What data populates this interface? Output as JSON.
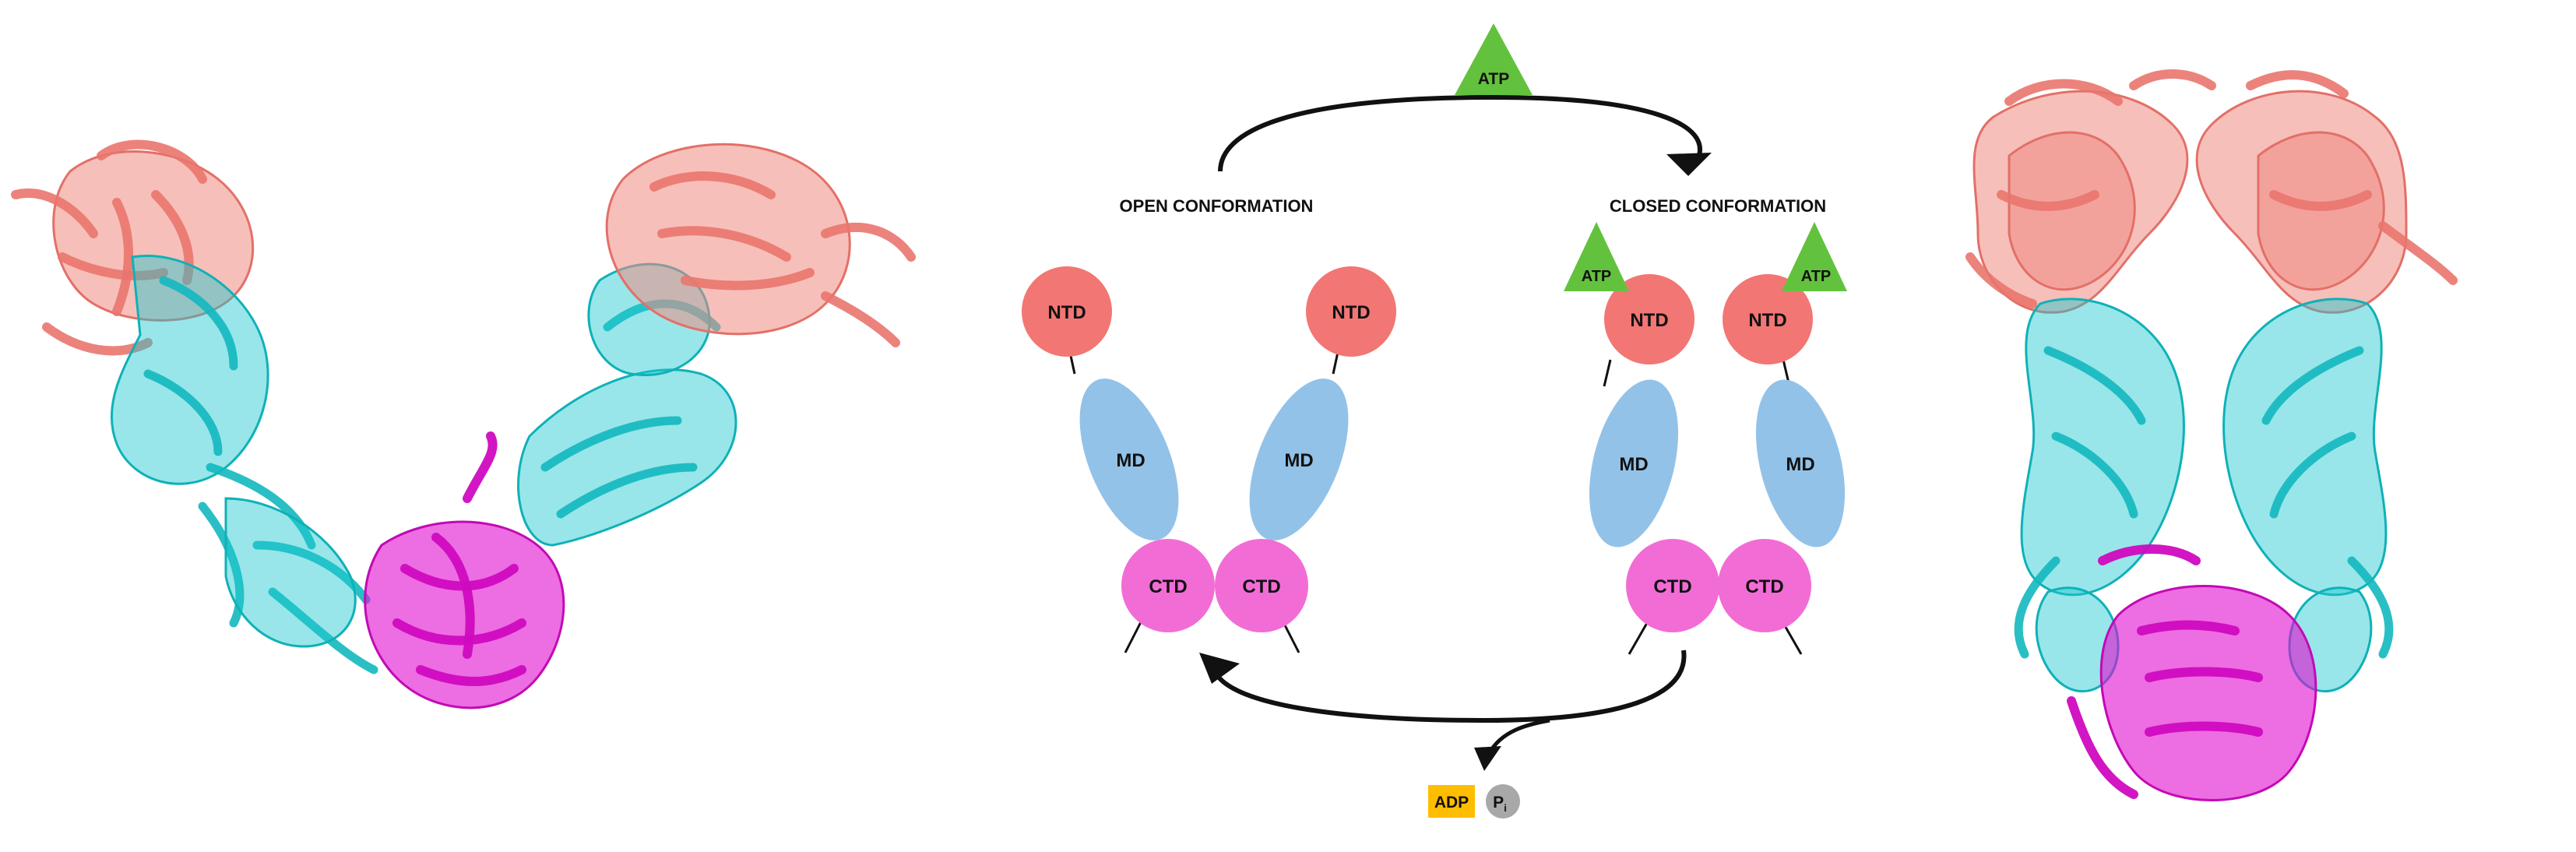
{
  "colors": {
    "ntd": "#f27674",
    "md": "#93c2e8",
    "ctd": "#f26cd6",
    "atp": "#63c23d",
    "adp": "#ffbd00",
    "pi": "#a8a8a8",
    "protein_salmon": "#f08a82",
    "protein_cyan": "#1ac8cf",
    "protein_magenta": "#e10cd0",
    "arrow": "#111111"
  },
  "cycle": {
    "atp_top": "ATP",
    "open_label": "OPEN CONFORMATION",
    "closed_label": "CLOSED CONFORMATION",
    "adp_label": "ADP",
    "pi_label": "P",
    "pi_sub": "i"
  },
  "open_state": {
    "ntd_left": "NTD",
    "ntd_right": "NTD",
    "md_left": "MD",
    "md_right": "MD",
    "ctd_left": "CTD",
    "ctd_right": "CTD"
  },
  "closed_state": {
    "atp_left": "ATP",
    "atp_right": "ATP",
    "ntd_left": "NTD",
    "ntd_right": "NTD",
    "md_left": "MD",
    "md_right": "MD",
    "ctd_left": "CTD",
    "ctd_right": "CTD"
  },
  "structures": {
    "left_name": "open-conformation-ribbon",
    "right_name": "closed-conformation-ribbon"
  }
}
